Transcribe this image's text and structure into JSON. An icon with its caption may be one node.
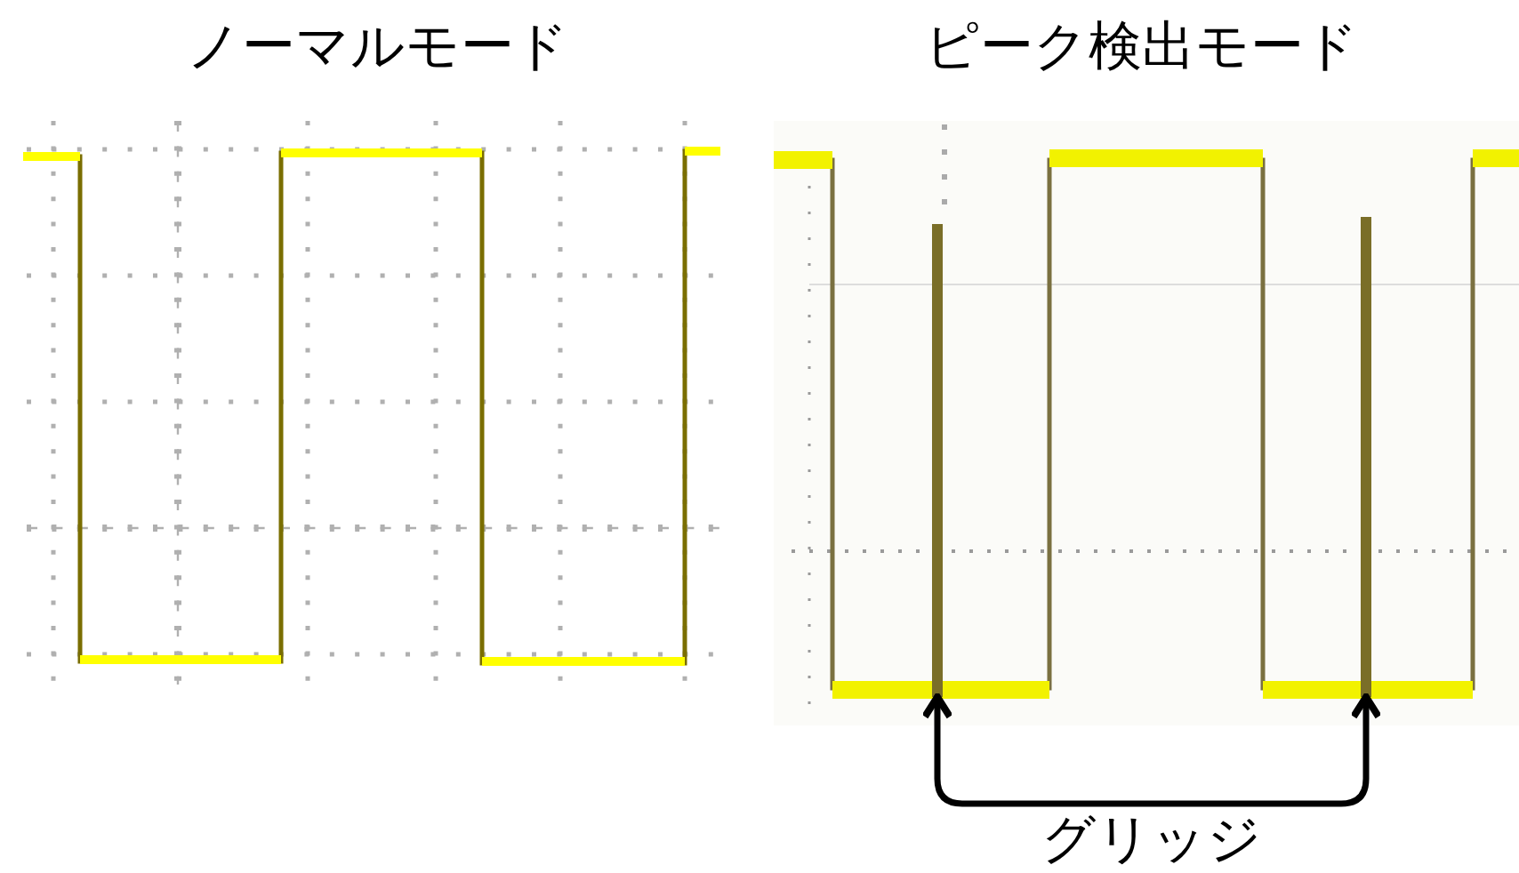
{
  "diagram": {
    "nodes": [
      {
        "text": [
          "ノーマルモード"
        ]
      },
      {
        "text": [
          "ピーク検出モード"
        ]
      },
      {
        "text": [],
        "shape": "line",
        "in": 1
      },
      {
        "text": [],
        "shape": "line",
        "in": 1
      }
    ],
    "edges": [
      {
        "from": 2,
        "to": 3,
        "arrow": "both",
        "label": "グリッジ"
      }
    ]
  }
}
